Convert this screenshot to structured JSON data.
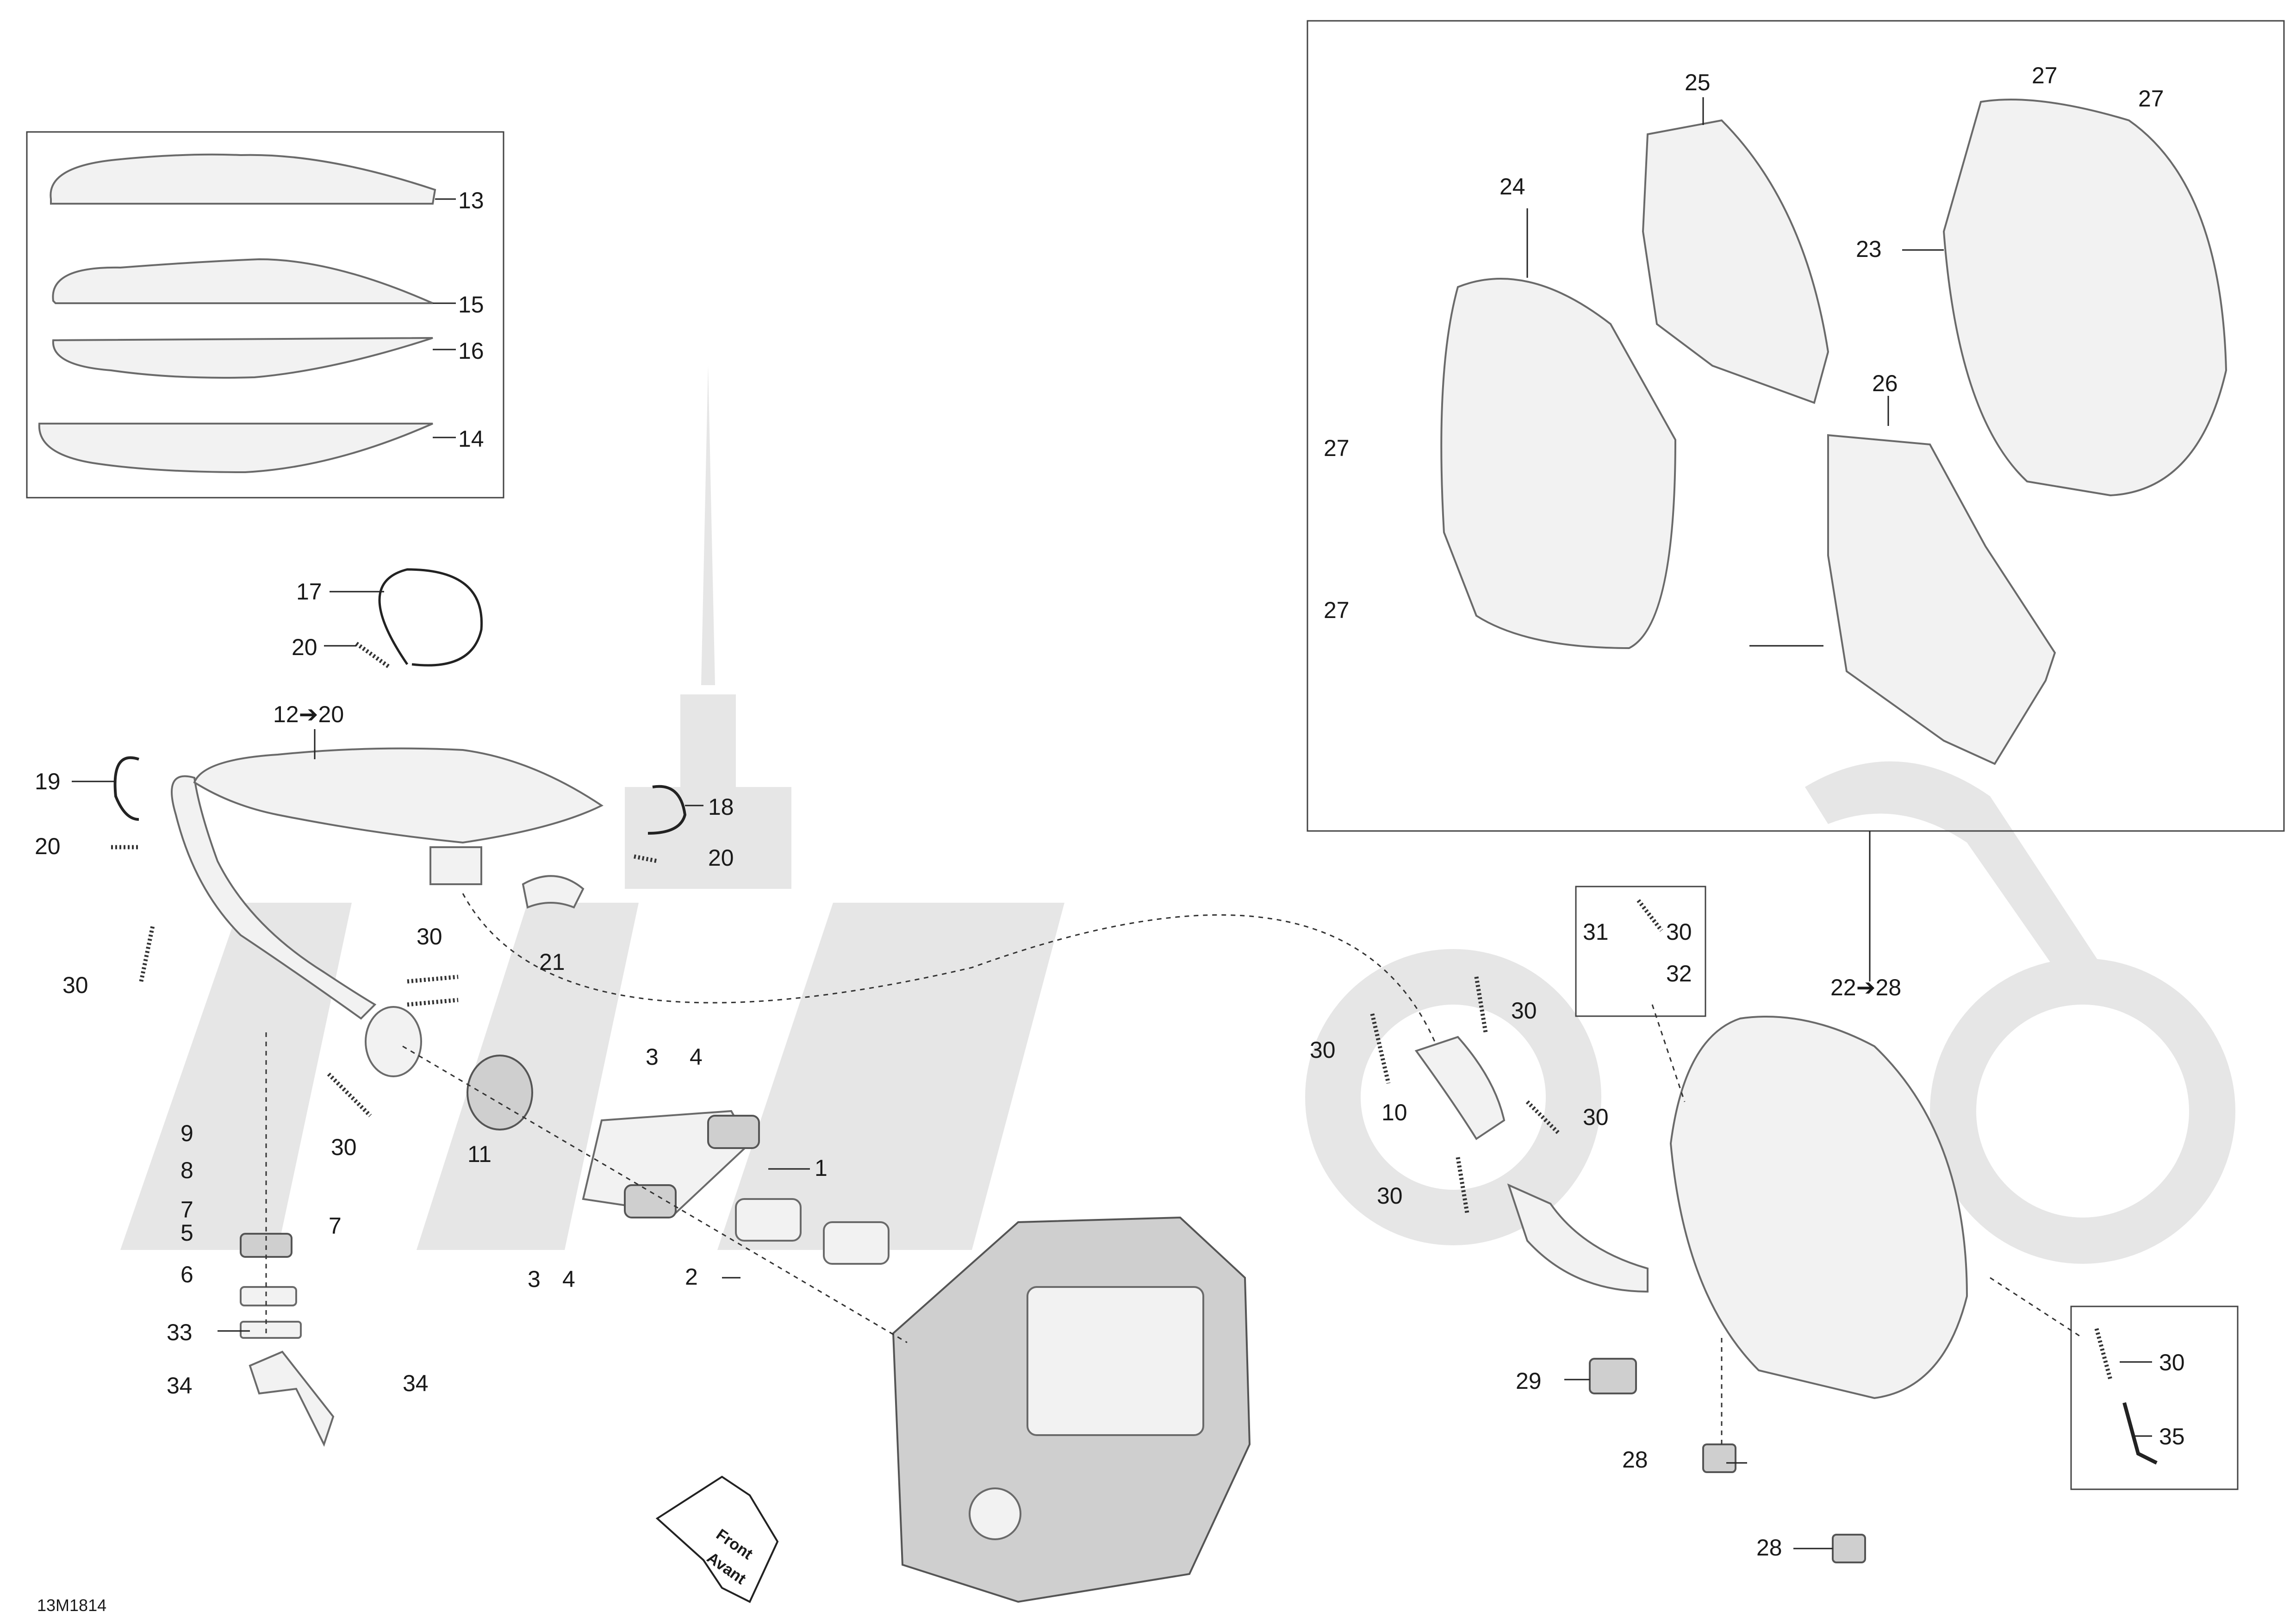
{
  "diagram_code": "13M1814",
  "front_label": {
    "line1": "Front",
    "line2": "Avant"
  },
  "callouts": {
    "c1": "1",
    "c2": "2",
    "c3a": "3",
    "c3b": "3",
    "c4a": "4",
    "c4b": "4",
    "c5": "5",
    "c6": "6",
    "c7a": "7",
    "c7b": "7",
    "c8": "8",
    "c9": "9",
    "c10": "10",
    "c11": "11",
    "c12": "12➔20",
    "c13": "13",
    "c14": "14",
    "c15": "15",
    "c16": "16",
    "c17": "17",
    "c18": "18",
    "c19": "19",
    "c20a": "20",
    "c20b": "20",
    "c20c": "20",
    "c21": "21",
    "c22": "22➔28",
    "c23": "23",
    "c24": "24",
    "c25": "25",
    "c26": "26",
    "c27a": "27",
    "c27b": "27",
    "c27c": "27",
    "c27d": "27",
    "c28a": "28",
    "c28b": "28",
    "c29": "29",
    "c30a": "30",
    "c30b": "30",
    "c30c": "30",
    "c30d": "30",
    "c30e": "30",
    "c30f": "30",
    "c30g": "30",
    "c30h": "30",
    "c30i": "30",
    "c31": "31",
    "c32": "32",
    "c33": "33",
    "c34a": "34",
    "c34b": "34",
    "c35": "35"
  }
}
